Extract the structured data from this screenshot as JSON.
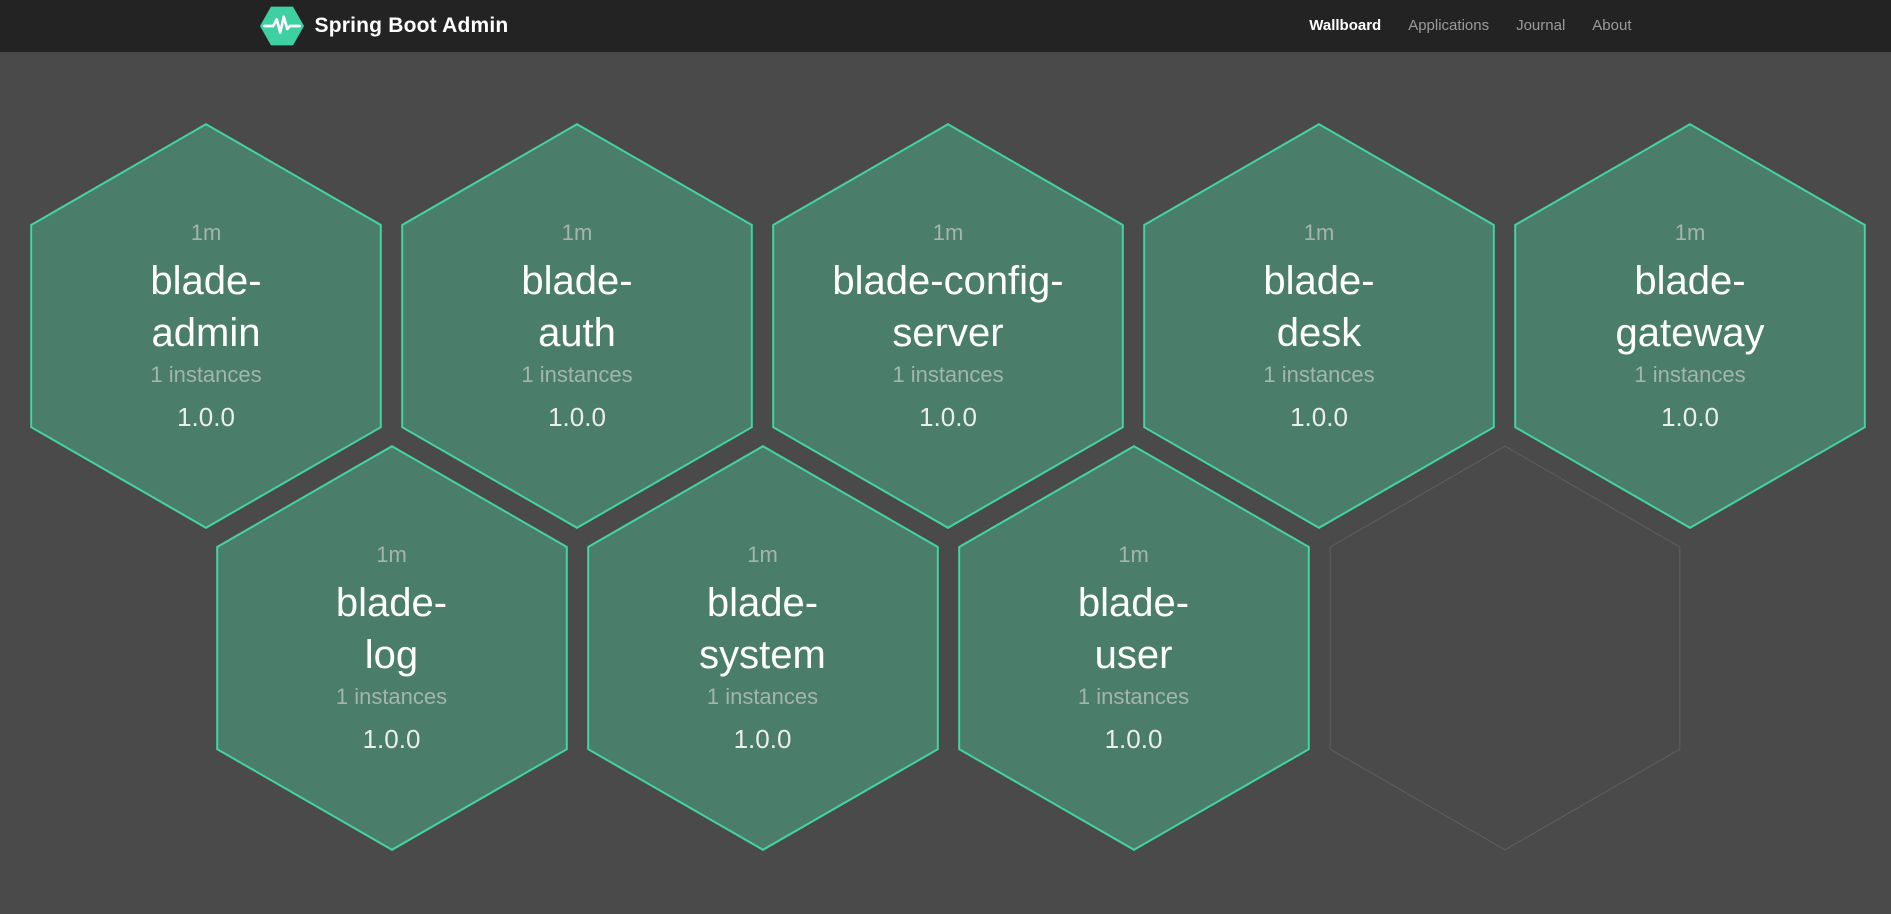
{
  "navbar": {
    "brand": {
      "title": "Spring Boot Admin",
      "logo_icon": "pulse-hexagon-icon"
    },
    "items": [
      {
        "label": "Wallboard",
        "active": true
      },
      {
        "label": "Applications",
        "active": false
      },
      {
        "label": "Journal",
        "active": false
      },
      {
        "label": "About",
        "active": false
      }
    ]
  },
  "wallboard": {
    "rows": [
      {
        "hexagons": [
          {
            "type": "application",
            "status": "up",
            "uptime": "1m",
            "name": "blade-admin",
            "name_lines": [
              "blade-",
              "admin"
            ],
            "instances": "1 instances",
            "version": "1.0.0"
          },
          {
            "type": "application",
            "status": "up",
            "uptime": "1m",
            "name": "blade-auth",
            "name_lines": [
              "blade-",
              "auth"
            ],
            "instances": "1 instances",
            "version": "1.0.0"
          },
          {
            "type": "application",
            "status": "up",
            "uptime": "1m",
            "name": "blade-config-server",
            "name_lines": [
              "blade-config-",
              "server"
            ],
            "instances": "1 instances",
            "version": "1.0.0"
          },
          {
            "type": "application",
            "status": "up",
            "uptime": "1m",
            "name": "blade-desk",
            "name_lines": [
              "blade-",
              "desk"
            ],
            "instances": "1 instances",
            "version": "1.0.0"
          },
          {
            "type": "application",
            "status": "up",
            "uptime": "1m",
            "name": "blade-gateway",
            "name_lines": [
              "blade-",
              "gateway"
            ],
            "instances": "1 instances",
            "version": "1.0.0"
          }
        ]
      },
      {
        "hexagons": [
          {
            "type": "application",
            "status": "up",
            "uptime": "1m",
            "name": "blade-log",
            "name_lines": [
              "blade-",
              "log"
            ],
            "instances": "1 instances",
            "version": "1.0.0"
          },
          {
            "type": "application",
            "status": "up",
            "uptime": "1m",
            "name": "blade-system",
            "name_lines": [
              "blade-",
              "system"
            ],
            "instances": "1 instances",
            "version": "1.0.0"
          },
          {
            "type": "application",
            "status": "up",
            "uptime": "1m",
            "name": "blade-user",
            "name_lines": [
              "blade-",
              "user"
            ],
            "instances": "1 instances",
            "version": "1.0.0"
          },
          {
            "type": "placeholder"
          }
        ]
      }
    ]
  },
  "colors": {
    "page_bg": "#4a4a4a",
    "navbar_bg": "#232323",
    "hex_fill_up": "#4a7d6a",
    "hex_border_up": "#44d3a3",
    "ghost_border": "#5e5e5e",
    "brand_green": "#3ed0a0",
    "text_primary": "#ffffff",
    "text_muted": "#a4b5ad",
    "nav_inactive": "#9b9b9b"
  }
}
